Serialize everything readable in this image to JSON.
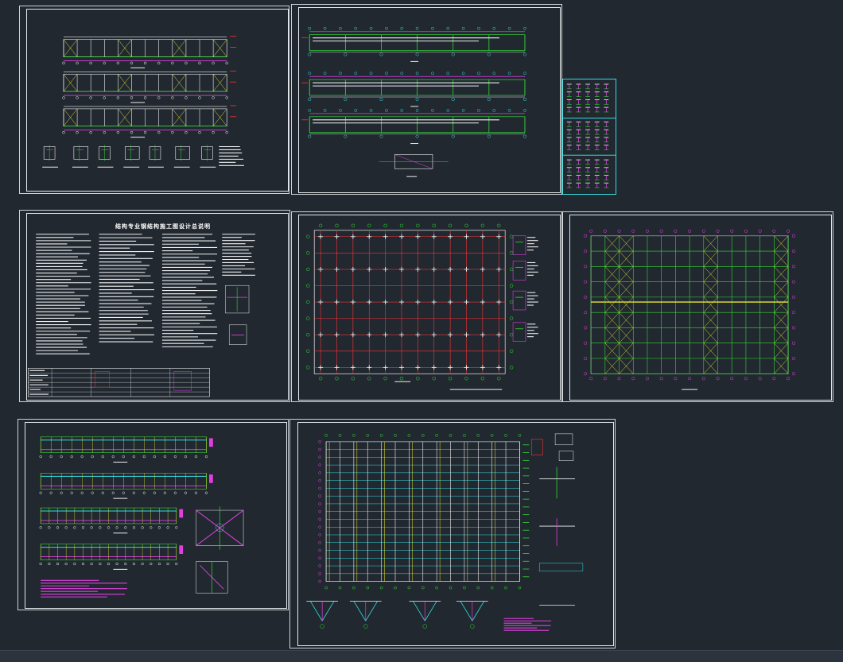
{
  "canvas": {
    "background": "#212830",
    "frame_color": "#e8eaec"
  },
  "colors": {
    "magenta": "#e040e0",
    "green": "#33dd33",
    "cyan": "#33dddd",
    "red": "#ff3333",
    "yellow": "#e8e833",
    "white": "#f0f0f0",
    "blue": "#6a7cff"
  },
  "sheets": [
    {
      "id": "sheet-1",
      "desc": "elevations"
    },
    {
      "id": "sheet-2",
      "desc": "frame-elevations"
    },
    {
      "id": "sheet-3",
      "desc": "detail-sheet-small"
    },
    {
      "id": "sheet-4",
      "desc": "design-notes"
    },
    {
      "id": "sheet-5",
      "desc": "column-plan"
    },
    {
      "id": "sheet-6",
      "desc": "roof-plan"
    },
    {
      "id": "sheet-7",
      "desc": "wall-elevations"
    },
    {
      "id": "sheet-8",
      "desc": "purlin-plan"
    }
  ],
  "notes_sheet": {
    "title": "结构专业钢结构施工图设计总说明"
  }
}
